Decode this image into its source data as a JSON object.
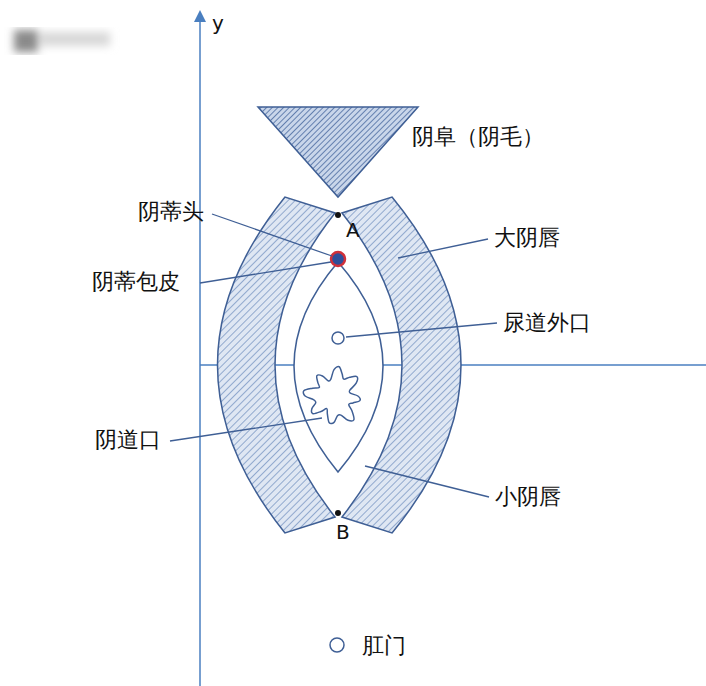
{
  "diagram": {
    "labels": [
      "y",
      "阴阜（阴毛）",
      "阴蒂头",
      "A",
      "大阴唇",
      "阴蒂包皮",
      "尿道外口",
      "阴道口",
      "小阴唇",
      "B",
      "肛门"
    ]
  }
}
